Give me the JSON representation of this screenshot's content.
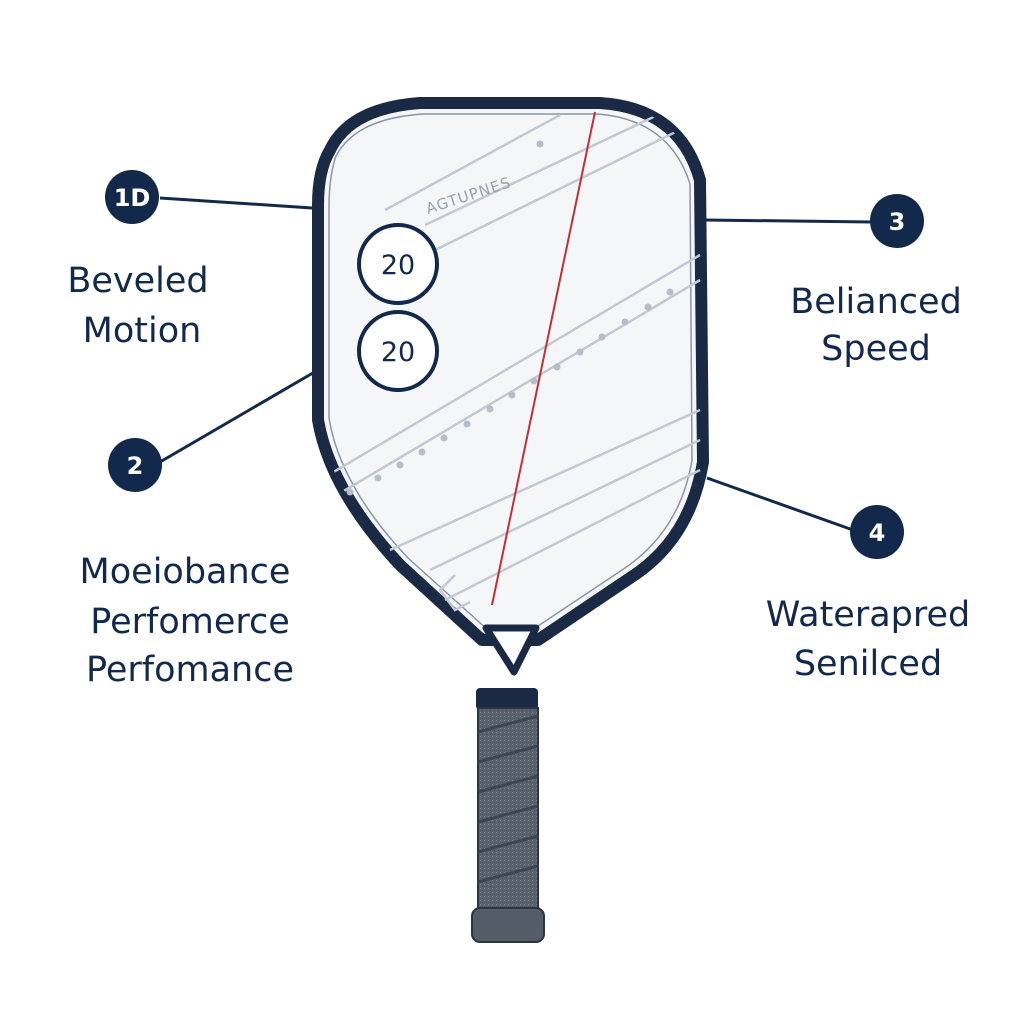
{
  "colors": {
    "navy": "#13294b",
    "frame": "#1b2a44",
    "face": "#f5f6f8",
    "grip": "#5c6470",
    "accent_line": "#c0303a",
    "surface_lines": "#c3c9d3"
  },
  "paddle": {
    "brand_text": "AGTUPNES",
    "badges": [
      "20",
      "20"
    ]
  },
  "callouts": [
    {
      "marker": "1D",
      "lines": [
        "Beveled",
        "Motion"
      ]
    },
    {
      "marker": "2",
      "lines": [
        "Moeiobance",
        "Perfomerce",
        "Perfomance"
      ]
    },
    {
      "marker": "3",
      "lines": [
        "Belianced",
        "Speed"
      ]
    },
    {
      "marker": "4",
      "lines": [
        "Waterapred",
        "Senilced"
      ]
    }
  ]
}
